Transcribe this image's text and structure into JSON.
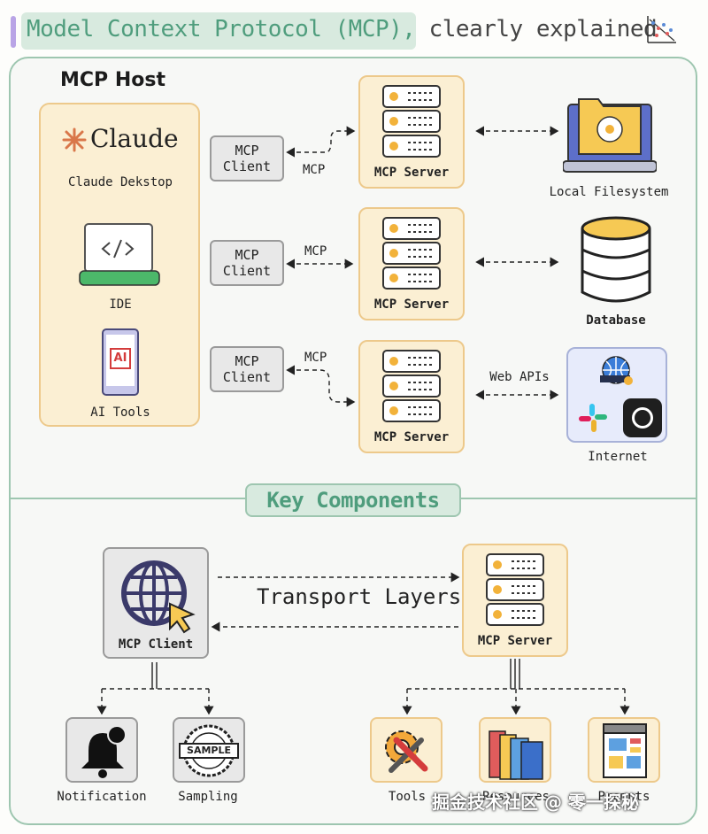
{
  "title": {
    "part1": "Model Context Protocol (MCP),",
    "part2": " clearly explained"
  },
  "host": {
    "label": "MCP Host",
    "apps": [
      {
        "name": "Claude",
        "caption": "Claude Dekstop"
      },
      {
        "caption": "IDE"
      },
      {
        "icon_text": "AI",
        "caption": "AI Tools"
      }
    ]
  },
  "rows": [
    {
      "client": "MCP\nClient",
      "link_label": "MCP",
      "server": "MCP Server",
      "target": "Local Filesystem",
      "target_link": ""
    },
    {
      "client": "MCP\nClient",
      "link_label": "MCP",
      "server": "MCP Server",
      "target": "Database",
      "target_link": ""
    },
    {
      "client": "MCP\nClient",
      "link_label": "MCP",
      "server": "MCP Server",
      "target": "Internet",
      "target_link": "Web APIs"
    }
  ],
  "key_components": {
    "heading": "Key Components",
    "transport": "Transport Layers",
    "client_label": "MCP Client",
    "server_label": "MCP Server",
    "client_children": [
      {
        "label": "Notification",
        "icon": "bell-icon"
      },
      {
        "label": "Sampling",
        "icon": "sample-stamp-icon",
        "stamp_text": "SAMPLE"
      }
    ],
    "server_children": [
      {
        "label": "Tools",
        "icon": "tools-icon"
      },
      {
        "label": "Resources",
        "icon": "folders-icon"
      },
      {
        "label": "Prompts",
        "icon": "document-icon"
      }
    ]
  },
  "watermark": "掘金技术社区 @ 零一探秘",
  "colors": {
    "accent_green": "#4f9d7d",
    "host_fill": "#fbefd3",
    "host_border": "#edc98b",
    "server_dot": "#f2b23a",
    "ide_green": "#4cb86a"
  }
}
